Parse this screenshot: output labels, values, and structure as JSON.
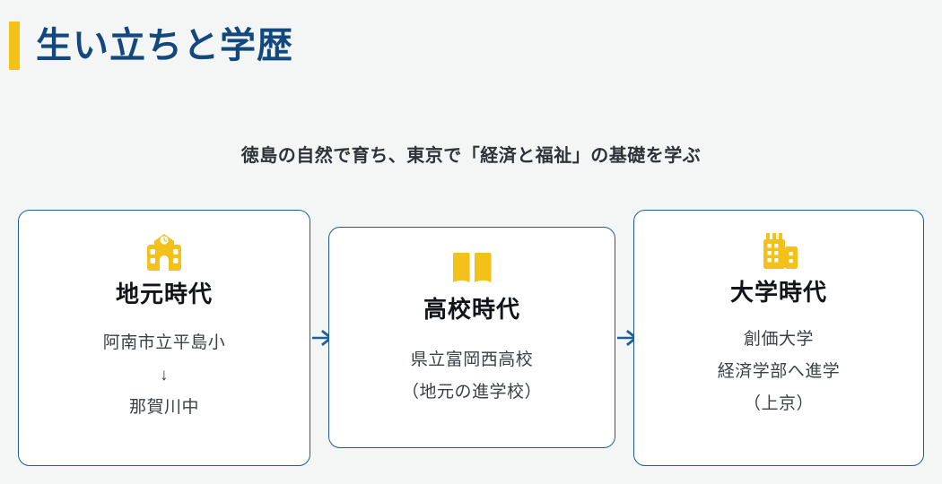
{
  "page": {
    "background_color": "#f4f6f5",
    "accent_color": "#f2c21b",
    "heading_color": "#13487f",
    "card_border_color": "#1f5e96"
  },
  "header": {
    "title": "生い立ちと学歴"
  },
  "subtitle": {
    "text": "徳島の自然で育ち、東京で「経済と福祉」の基礎を学ぶ"
  },
  "flow": {
    "cards": [
      {
        "icon": "school-building-icon",
        "title": "地元時代",
        "lines": [
          "阿南市立平島小",
          "↓",
          "那賀川中"
        ]
      },
      {
        "icon": "open-book-icon",
        "title": "高校時代",
        "lines": [
          "県立富岡西高校",
          "（地元の進学校）"
        ]
      },
      {
        "icon": "city-buildings-icon",
        "title": "大学時代",
        "lines": [
          "創価大学",
          "経済学部へ進学",
          "（上京）"
        ]
      }
    ],
    "connectors": [
      {
        "icon": "arrow-right-icon"
      },
      {
        "icon": "arrow-right-icon"
      }
    ]
  }
}
